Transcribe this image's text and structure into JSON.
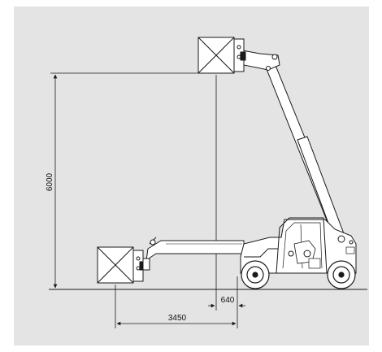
{
  "diagram": {
    "dimensions": {
      "lift_height": "6000",
      "front_overhang": "640",
      "reach_distance": "3450"
    },
    "colors": {
      "background": "#ffffff",
      "panel": "#e4e4e4",
      "line": "#1a1a1a",
      "machine_fill": "#ffffff"
    }
  }
}
